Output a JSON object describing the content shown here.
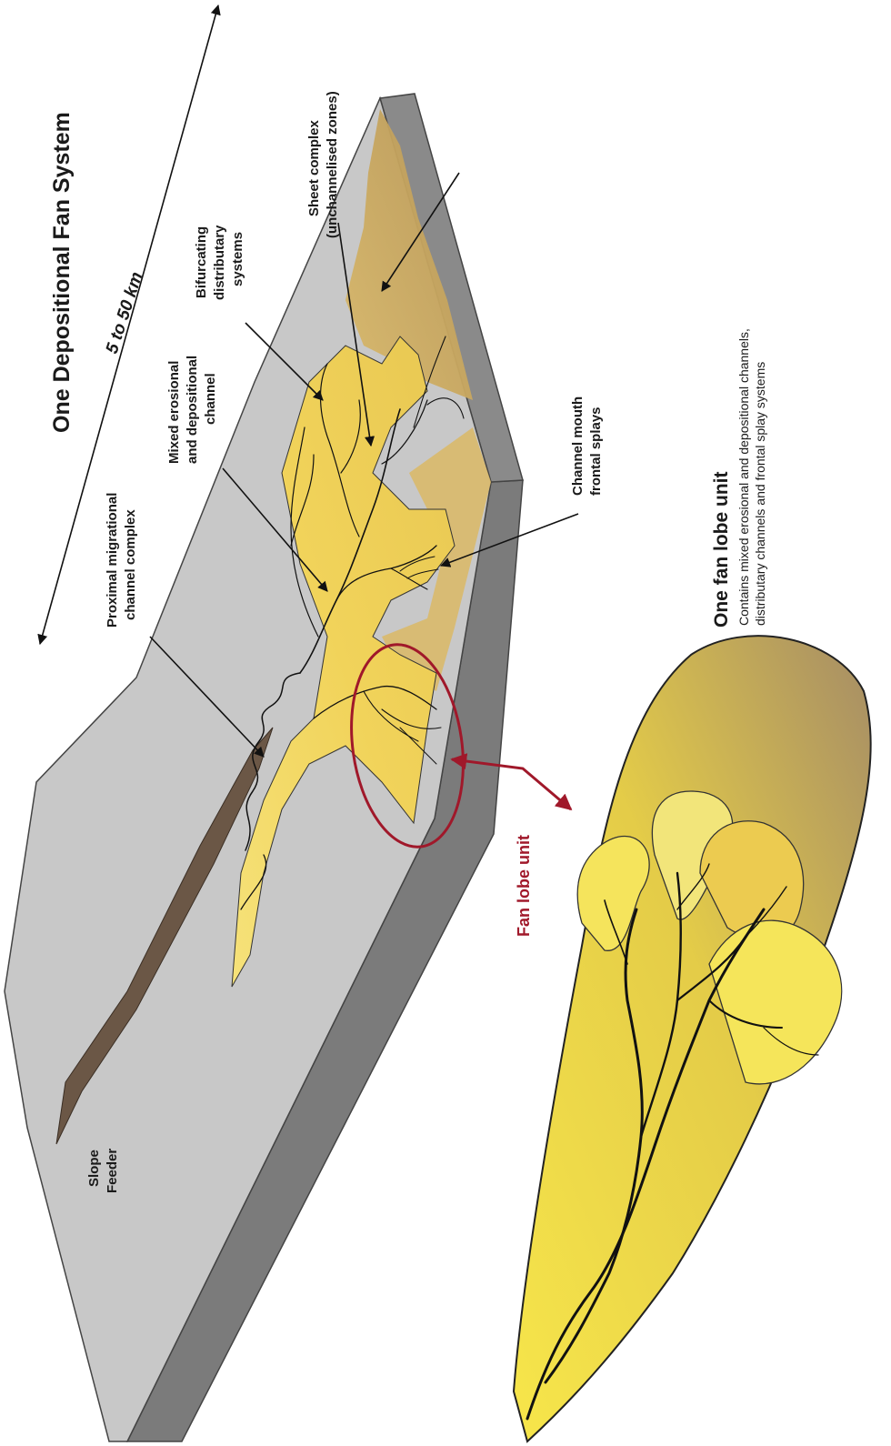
{
  "title": "One Depositional Fan System",
  "scale": "5 to 50 km",
  "labels": {
    "slope_feeder": [
      "Slope",
      "Feeder"
    ],
    "proximal": [
      "Proximal migrational",
      "channel complex"
    ],
    "mixed": [
      "Mixed erosional",
      "and depositional",
      "channel"
    ],
    "bifurcating": [
      "Bifurcating",
      "distributary",
      "systems"
    ],
    "sheet": [
      "Sheet complex",
      "(unchannelised zones)"
    ],
    "channel_mouth": [
      "Channel mouth",
      "frontal splays"
    ],
    "fan_lobe_unit": "Fan lobe unit"
  },
  "inset": {
    "title": "One fan lobe unit",
    "description": [
      "Contains mixed erosional and depositional channels,",
      "distributary channels and frontal splay systems"
    ]
  },
  "colors": {
    "slope_light": "#c8c8c8",
    "slope_dark": "#7b7b7b",
    "feeder_brown": "#6b5746",
    "fan_yellow": "#f3d65a",
    "sheet_tan": "#c9a55a",
    "highlight_red": "#a0182a",
    "lobe_brown": "#a58c66"
  }
}
